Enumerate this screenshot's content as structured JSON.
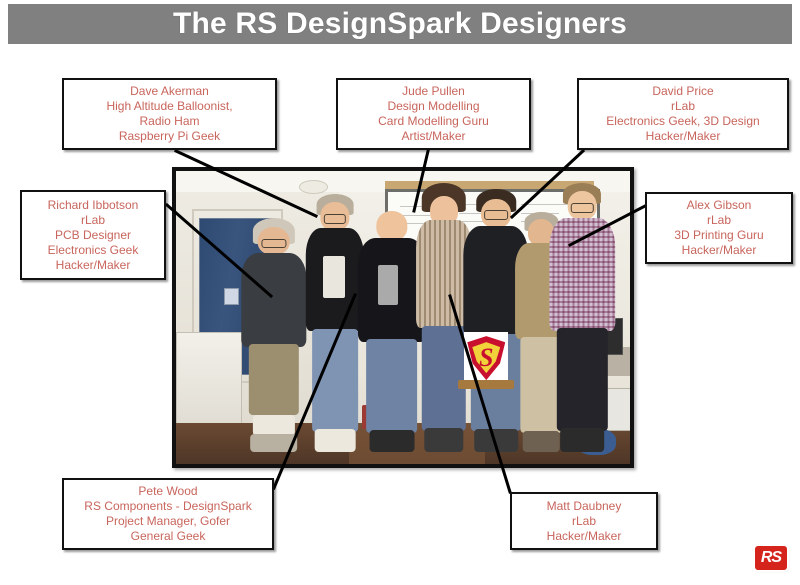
{
  "header": {
    "title": "The RS DesignSpark Designers",
    "bar_color": "#808080",
    "text_color": "#ffffff"
  },
  "theme": {
    "callout_text_color": "#c8655c",
    "callout_border_color": "#111111",
    "connector_color": "#000000",
    "background": "#ffffff",
    "logo_color": "#d4241c"
  },
  "callouts": [
    {
      "id": "dave-akerman",
      "lines": [
        "Dave Akerman",
        "High Altitude Balloonist,",
        "Radio Ham",
        "Raspberry Pi Geek"
      ]
    },
    {
      "id": "jude-pullen",
      "lines": [
        "Jude Pullen",
        "Design Modelling",
        "Card Modelling Guru",
        "Artist/Maker"
      ]
    },
    {
      "id": "david-price",
      "lines": [
        "David Price",
        "rLab",
        "Electronics Geek, 3D Design",
        "Hacker/Maker"
      ]
    },
    {
      "id": "richard-ibbotson",
      "lines": [
        "Richard Ibbotson",
        "rLab",
        "PCB Designer",
        "Electronics Geek",
        "Hacker/Maker"
      ]
    },
    {
      "id": "alex-gibson",
      "lines": [
        "Alex Gibson",
        "rLab",
        "3D Printing Guru",
        "Hacker/Maker"
      ]
    },
    {
      "id": "pete-wood",
      "lines": [
        "Pete Wood",
        "RS Components - DesignSpark",
        "Project Manager, Gofer",
        "General Geek"
      ]
    },
    {
      "id": "matt-daubney",
      "lines": [
        "Matt Daubney",
        "rLab",
        "Hacker/Maker"
      ]
    }
  ],
  "photo": {
    "description": "Group photograph of seven men standing together in a workshop room in front of a whiteboard, one holding a wooden-based Superman shield award",
    "people_count": 7,
    "award_label": "S"
  },
  "logo": {
    "text": "RS"
  }
}
